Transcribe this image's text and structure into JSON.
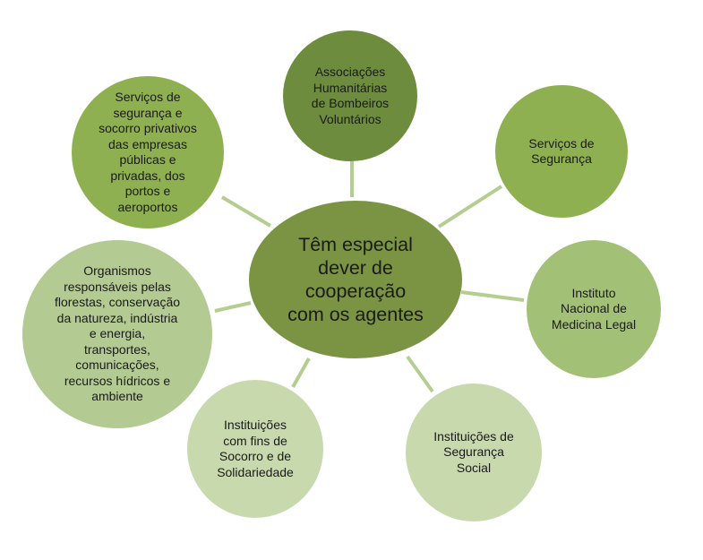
{
  "colors": {
    "center": "#7a9444",
    "top": "#6e8c3e",
    "connector": "#b4cd90",
    "shade_dark": "#8fb050",
    "shade_mid": "#a3c077",
    "shade_light": "#b3cb92",
    "shade_lightest": "#c8d9ae"
  },
  "center": {
    "label": "Têm especial\ndever de\ncooperação\ncom os agentes"
  },
  "nodes": [
    {
      "id": "bombeiros",
      "label": "Associações\nHumanitárias\nde Bombeiros\nVoluntários"
    },
    {
      "id": "seguranca",
      "label": "Serviços de\nSegurança"
    },
    {
      "id": "inml",
      "label": "Instituto\nNacional de\nMedicina Legal"
    },
    {
      "id": "seg_social",
      "label": "Instituições de\nSegurança\nSocial"
    },
    {
      "id": "socorro",
      "label": "Instituições\ncom fins de\nSocorro e de\nSolidariedade"
    },
    {
      "id": "organismos",
      "label": "Organismos\nresponsáveis pelas\nflorestas, conservação\nda natureza, indústria\ne energia,\ntransportes,\ncomunicações,\nrecursos hídricos e\nambiente"
    },
    {
      "id": "privativos",
      "label": "Serviços de\nsegurança e\nsocorro privativos\ndas empresas\npúblicas e\nprivadas, dos\nportos e\naeroportos"
    }
  ]
}
